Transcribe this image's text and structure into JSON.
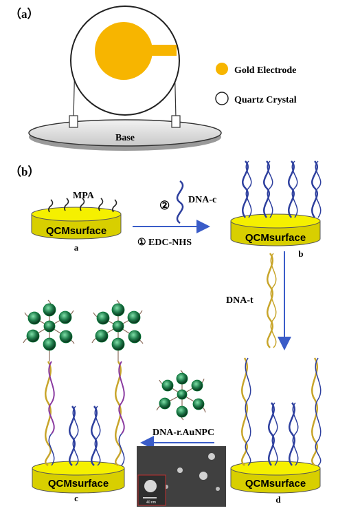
{
  "panel_a": {
    "label": "（a）",
    "base_label": "Base",
    "legend": [
      {
        "text": "Gold Electrode",
        "color": "#f7b500"
      },
      {
        "text": "Quartz Crystal",
        "color": "#ffffff"
      }
    ]
  },
  "panel_b": {
    "label": "（b）",
    "mpa_label": "MPA",
    "dna_c_label": "DNA-c",
    "step2": "②",
    "step1": "① EDC-NHS",
    "dna_t_label": "DNA-t",
    "dna_r_label": "DNA-r.AuNPC",
    "tem_scale": "40 nm",
    "surfaces": {
      "a": {
        "text": "QCMsurface",
        "letter": "a"
      },
      "b": {
        "text": "QCMsurface",
        "letter": "b"
      },
      "c": {
        "text": "QCMsurface",
        "letter": "c"
      },
      "d": {
        "text": "QCMsurface",
        "letter": "d"
      }
    }
  },
  "colors": {
    "gold": "#f7b500",
    "surface_yellow": "#f5f000",
    "dna_blue": "#2d3f9e",
    "dna_gold": "#c8a52a",
    "dna_purple": "#8a3aa0",
    "arrow_blue": "#3a5cc8"
  }
}
